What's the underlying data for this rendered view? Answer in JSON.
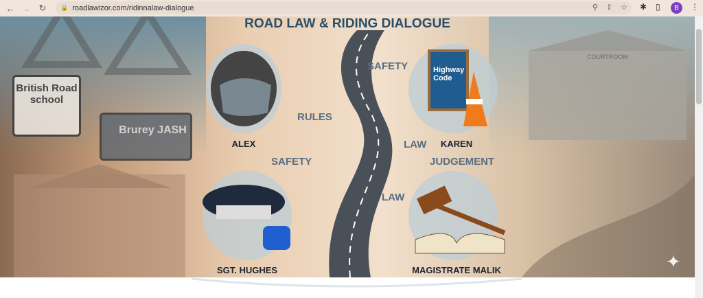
{
  "browser": {
    "url": "roadlawizor.com/ridinnalaw-dialogue",
    "profile_initial": "B"
  },
  "hero": {
    "title": "ROAD LAW & RIDING DIALOGUE",
    "words": [
      "SAFETY",
      "RULES",
      "LAW",
      "SAFETY",
      "JUDGEMENT",
      "LAW"
    ],
    "characters": [
      "ALEX",
      "KAREN",
      "SGT. HUGHES",
      "MAGISTRATE MALIK"
    ],
    "book_title": "Highway Code",
    "signs": [
      "British Road school",
      "Brurey JASH",
      "COURTROOM"
    ]
  }
}
